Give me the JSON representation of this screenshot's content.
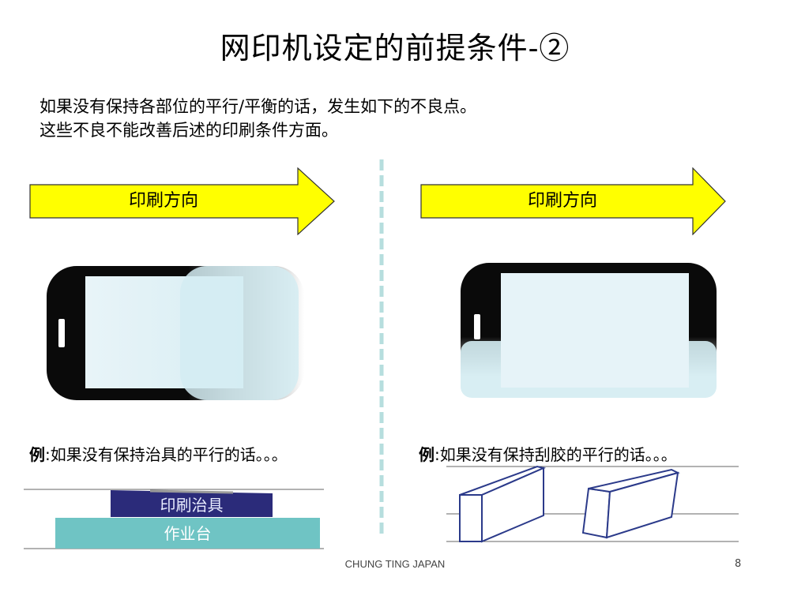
{
  "slide": {
    "title": "网印机设定的前提条件-②",
    "intro_lines": [
      "如果没有保持各部位的平行/平衡的话，发生如下的不良点。",
      "这些不良不能改善后述的印刷条件方面。"
    ],
    "footer": "CHUNG TING JAPAN",
    "page_number": "8"
  },
  "left_panel": {
    "arrow_label": "印刷方向",
    "example_lead": "例",
    "example_text": ":如果没有保持治具的平行的话。。。",
    "jig_label": "印刷治具",
    "table_label": "作业台"
  },
  "right_panel": {
    "arrow_label": "印刷方向",
    "example_lead": "例",
    "example_text": ":如果没有保持刮胶的平行的话。。。"
  },
  "colors": {
    "arrow_fill": "#ffff00",
    "jig_fill": "#2b2b7a",
    "table_fill": "#6fc4c4",
    "divider": "#b6dede",
    "screen_fill": "#e6f3f8"
  }
}
